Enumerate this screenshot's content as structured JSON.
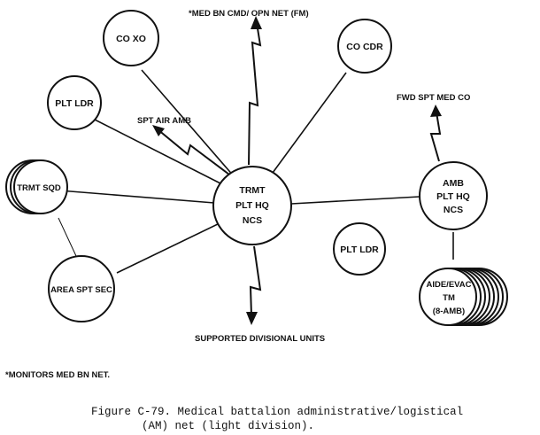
{
  "nodes": {
    "co_xo": "CO XO",
    "co_cdr": "CO CDR",
    "plt_ldr_left": "PLT LDR",
    "trmt_sqd": "TRMT SQD",
    "area_spt_sec": "AREA SPT SEC",
    "center": [
      "TRMT",
      "PLT HQ",
      "NCS"
    ],
    "amb_plt_hq": [
      "AMB",
      "PLT HQ",
      "NCS"
    ],
    "plt_ldr_right": "PLT LDR",
    "aide_evac": [
      "AIDE/EVAC",
      "TM",
      "(8-AMB)"
    ]
  },
  "external": {
    "med_bn_net": "*MED BN CMD/ OPN NET (FM)",
    "spt_air_amb": "SPT AIR AMB",
    "fwd_spt_med_co": "FWD SPT MED CO",
    "supported_units": "SUPPORTED DIVISIONAL UNITS"
  },
  "footnote": "*MONITORS MED BN NET.",
  "caption": {
    "line1": "Figure C-79. Medical battalion administrative/logistical",
    "line2": "(AM) net (light division)."
  }
}
